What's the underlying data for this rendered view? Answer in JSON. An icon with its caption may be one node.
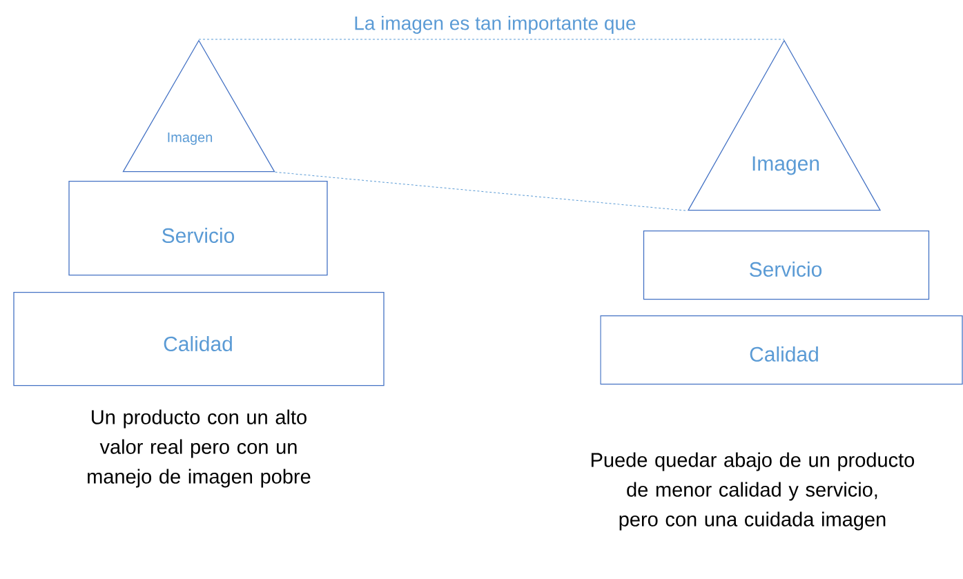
{
  "diagram": {
    "nodes": [
      {
        "text": [
          "Imagen"
        ]
      },
      {
        "text": [
          "Servicio"
        ]
      },
      {
        "text": [
          "Calidad"
        ],
        "beside": [
          "Un producto con un alto valor real pero con un manejo de imagen pobre"
        ]
      },
      {
        "text": [
          "Imagen"
        ]
      },
      {
        "text": [
          "Servicio"
        ]
      },
      {
        "text": [
          "Calidad"
        ],
        "beside": [
          "Puede quedar abajo de un producto de menor calidad y servicio, pero con una cuidada imagen"
        ]
      }
    ],
    "edges": [
      {
        "from": 0,
        "to": 3,
        "arrow": "none",
        "style": "dashed",
        "label": "La imagen es tan importante que"
      },
      {
        "from": 0,
        "to": 3,
        "arrow": "none",
        "style": "dashed"
      }
    ]
  }
}
